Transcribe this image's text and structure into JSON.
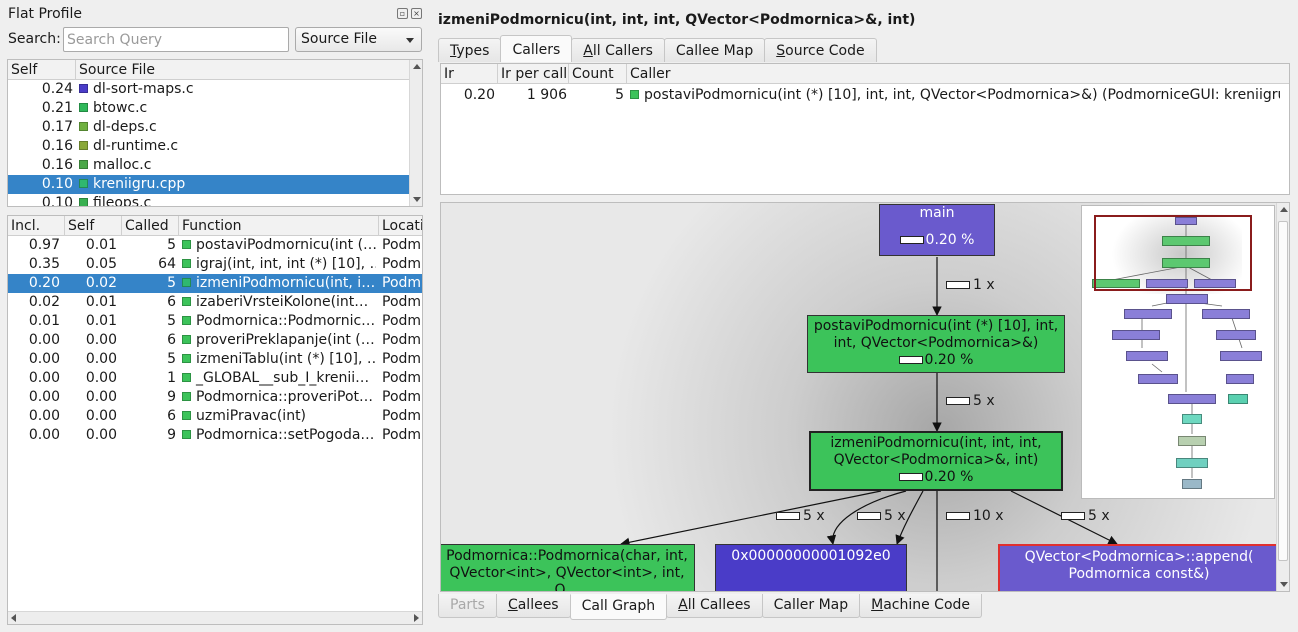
{
  "flat_profile": {
    "title": "Flat Profile",
    "search_label": "Search:",
    "search_placeholder": "Search Query",
    "group_combo": "Source File",
    "source_columns": [
      "Self",
      "Source File"
    ],
    "source_rows": [
      {
        "self": "0.24",
        "name": "dl-sort-maps.c",
        "color": "#4a3cc8"
      },
      {
        "self": "0.21",
        "name": "btowc.c",
        "color": "#2fb85a"
      },
      {
        "self": "0.17",
        "name": "dl-deps.c",
        "color": "#6fb040"
      },
      {
        "self": "0.16",
        "name": "dl-runtime.c",
        "color": "#8aa838"
      },
      {
        "self": "0.16",
        "name": "malloc.c",
        "color": "#4aa848"
      },
      {
        "self": "0.10",
        "name": "kreniigru.cpp",
        "color": "#2fb870",
        "selected": true
      },
      {
        "self": "0.10",
        "name": "fileops.c",
        "color": "#38b050"
      }
    ],
    "function_columns": [
      "Incl.",
      "Self",
      "Called",
      "Function",
      "Locati"
    ],
    "function_rows": [
      {
        "incl": "0.97",
        "self": "0.01",
        "called": "5",
        "name": "postaviPodmornicu(int (…",
        "loc": "Podm"
      },
      {
        "incl": "0.35",
        "self": "0.05",
        "called": "64",
        "name": "igraj(int, int, int (*) [10], …",
        "loc": "Podm"
      },
      {
        "incl": "0.20",
        "self": "0.02",
        "called": "5",
        "name": "izmeniPodmornicu(int, i…",
        "loc": "Podm",
        "selected": true
      },
      {
        "incl": "0.02",
        "self": "0.01",
        "called": "6",
        "name": "izaberiVrsteiKolone(int…",
        "loc": "Podm"
      },
      {
        "incl": "0.01",
        "self": "0.01",
        "called": "5",
        "name": "Podmornica::Podmornic…",
        "loc": "Podm"
      },
      {
        "incl": "0.00",
        "self": "0.00",
        "called": "6",
        "name": "proveriPreklapanje(int (…",
        "loc": "Podm"
      },
      {
        "incl": "0.00",
        "self": "0.00",
        "called": "5",
        "name": "izmeniTablu(int (*) [10], …",
        "loc": "Podm"
      },
      {
        "incl": "0.00",
        "self": "0.00",
        "called": "1",
        "name": "_GLOBAL__sub_I_krenii…",
        "loc": "Podm"
      },
      {
        "incl": "0.00",
        "self": "0.00",
        "called": "9",
        "name": "Podmornica::proveriPot…",
        "loc": "Podm"
      },
      {
        "incl": "0.00",
        "self": "0.00",
        "called": "6",
        "name": "uzmiPravac(int)",
        "loc": "Podm"
      },
      {
        "incl": "0.00",
        "self": "0.00",
        "called": "9",
        "name": "Podmornica::setPogoda…",
        "loc": "Podm"
      }
    ]
  },
  "detail": {
    "function_title": "izmeniPodmornicu(int, int, int, QVector<Podmornica>&, int)",
    "top_tabs": [
      {
        "label": "Types",
        "u": "T",
        "rest": "ypes"
      },
      {
        "label": "Callers",
        "active": true
      },
      {
        "label": "All Callers",
        "u": "A",
        "rest": "ll Callers"
      },
      {
        "label": "Callee Map"
      },
      {
        "label": "Source Code",
        "u": "S",
        "rest": "ource Code"
      }
    ],
    "caller_columns": [
      "Ir",
      "Ir per call",
      "Count",
      "Caller"
    ],
    "caller_rows": [
      {
        "ir": "0.20",
        "per_call": "1 906",
        "count": "5",
        "caller": "postaviPodmornicu(int (*) [10], int, int, QVector<Podmornica>&) (PodmorniceGUI: kreniigru…."
      }
    ],
    "bottom_tabs": [
      {
        "label": "Parts",
        "disabled": true
      },
      {
        "label": "Callees",
        "u": "C",
        "rest": "allees"
      },
      {
        "label": "Call Graph",
        "active": true
      },
      {
        "label": "All Callees",
        "u": "A",
        "rest": "ll Callees"
      },
      {
        "label": "Caller Map"
      },
      {
        "label": "Machine Code",
        "u": "M",
        "rest": "achine Code"
      }
    ]
  },
  "call_graph": {
    "nodes": {
      "main": {
        "label": "main",
        "cost": "0.20 %",
        "color": "#6a5acd"
      },
      "postavi": {
        "label": "postaviPodmornicu(int (*) [10], int,\nint, QVector<Podmornica>&)",
        "cost": "0.20 %",
        "color": "#3cc35a"
      },
      "izmeni": {
        "label": "izmeniPodmornicu(int, int, int,\nQVector<Podmornica>&, int)",
        "cost": "0.20 %",
        "color": "#3cc35a"
      },
      "podmornica": {
        "label": "Podmornica::Podmornica(char, int,\nQVector<int>, QVector<int>, int, Q…",
        "color": "#3cc35a"
      },
      "addr": {
        "label": "0x00000000001092e0",
        "color": "#4a3cc8"
      },
      "append": {
        "label": "QVector<Podmornica>::append(\nPodmornica const&)",
        "color": "#6a5acd"
      }
    },
    "edges": [
      "1 x",
      "5 x",
      "5 x",
      "5 x",
      "10 x",
      "5 x"
    ]
  }
}
